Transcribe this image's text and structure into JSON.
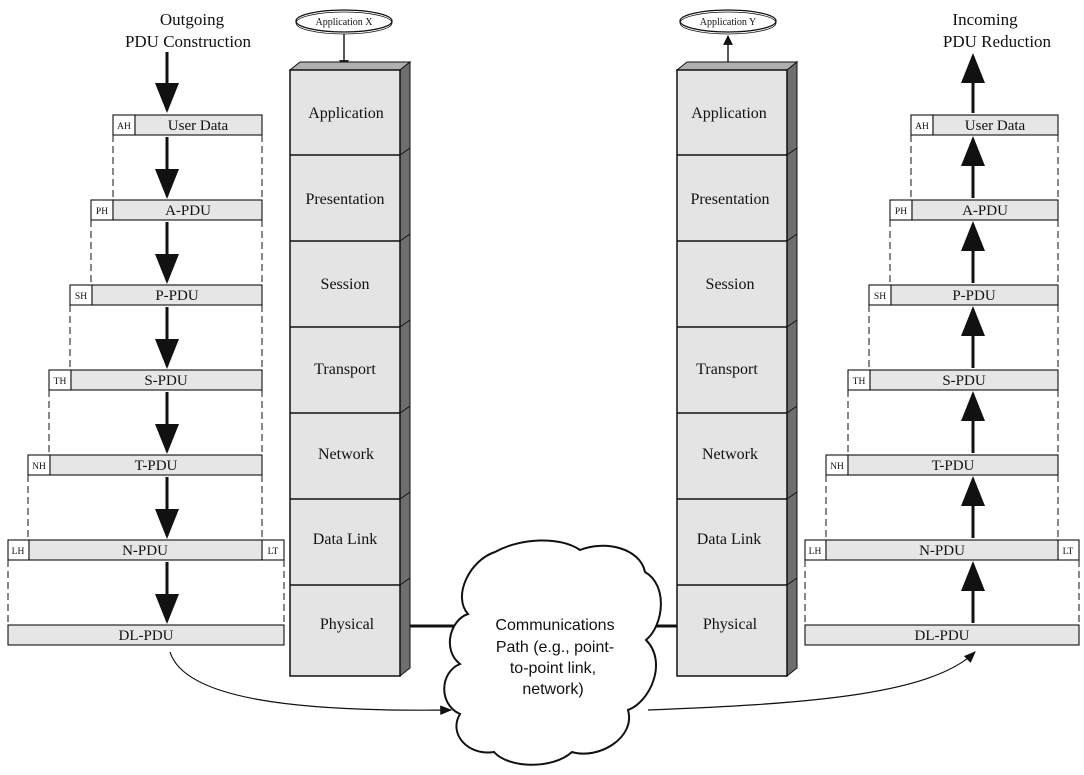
{
  "left_title": {
    "line1": "Outgoing",
    "line2": "PDU Construction"
  },
  "right_title": {
    "line1": "Incoming",
    "line2": "PDU Reduction"
  },
  "app_x": "Application X",
  "app_y": "Application Y",
  "layers": [
    "Application",
    "Presentation",
    "Session",
    "Transport",
    "Network",
    "Data Link",
    "Physical"
  ],
  "pdus": {
    "user_data": "User Data",
    "a_pdu": "A-PDU",
    "p_pdu": "P-PDU",
    "s_pdu": "S-PDU",
    "t_pdu": "T-PDU",
    "n_pdu": "N-PDU",
    "dl_pdu": "DL-PDU"
  },
  "headers": {
    "ah": "AH",
    "ph": "PH",
    "sh": "SH",
    "th": "TH",
    "nh": "NH",
    "lh": "LH",
    "lt": "LT"
  },
  "cloud": {
    "line1": "Communications",
    "line2": "Path (e.g., point-",
    "line3": "to-point link,",
    "line4": "network)"
  },
  "colors": {
    "box_fill": "#e6e6e6",
    "stack_fill": "#e4e4e4",
    "stack_side": "#707070",
    "line": "#111111"
  }
}
